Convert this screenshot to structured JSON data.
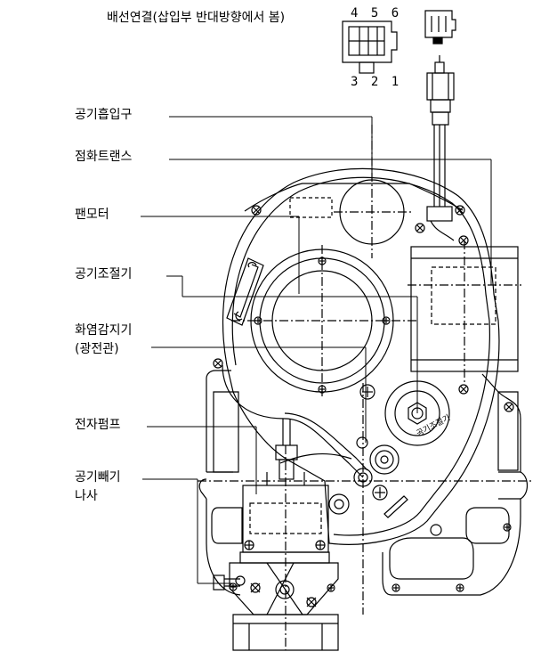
{
  "header": {
    "title": "배선연결(삽입부 반대방향에서 봄)",
    "pins_top": "4 5 6",
    "pins_bottom": "3 2 1"
  },
  "labels": {
    "air_intake": "공기흡입구",
    "ignition_transformer": "점화트랜스",
    "fan_motor": "팬모터",
    "air_regulator": "공기조절기",
    "flame_sensor_line1": "화염감지기",
    "flame_sensor_line2": "(광전관)",
    "solenoid_pump": "전자펌프",
    "air_bleed_line1": "공기빼기",
    "air_bleed_line2": "나사",
    "dial_text": "공기조절기"
  },
  "colors": {
    "line": "#000000",
    "background": "#ffffff"
  }
}
